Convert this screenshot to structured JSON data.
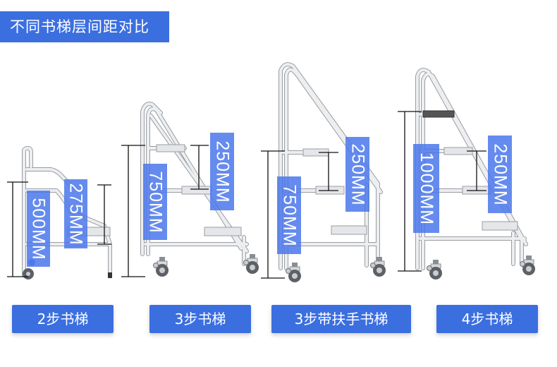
{
  "title": "不同书梯层间距对比",
  "ladders": [
    {
      "caption": "2步书梯",
      "total_height": "500MM",
      "step_spacing": "275MM"
    },
    {
      "caption": "3步书梯",
      "total_height": "750MM",
      "step_spacing": "250MM"
    },
    {
      "caption": "3步带扶手书梯",
      "total_height": "750MM",
      "step_spacing": "250MM"
    },
    {
      "caption": "4步书梯",
      "total_height": "1000MM",
      "step_spacing": "250MM"
    }
  ],
  "colors": {
    "accent": "#3b6fe0",
    "frame": "#e9ebee",
    "frame_edge": "#9a9da2",
    "dimension_line": "#111111"
  }
}
